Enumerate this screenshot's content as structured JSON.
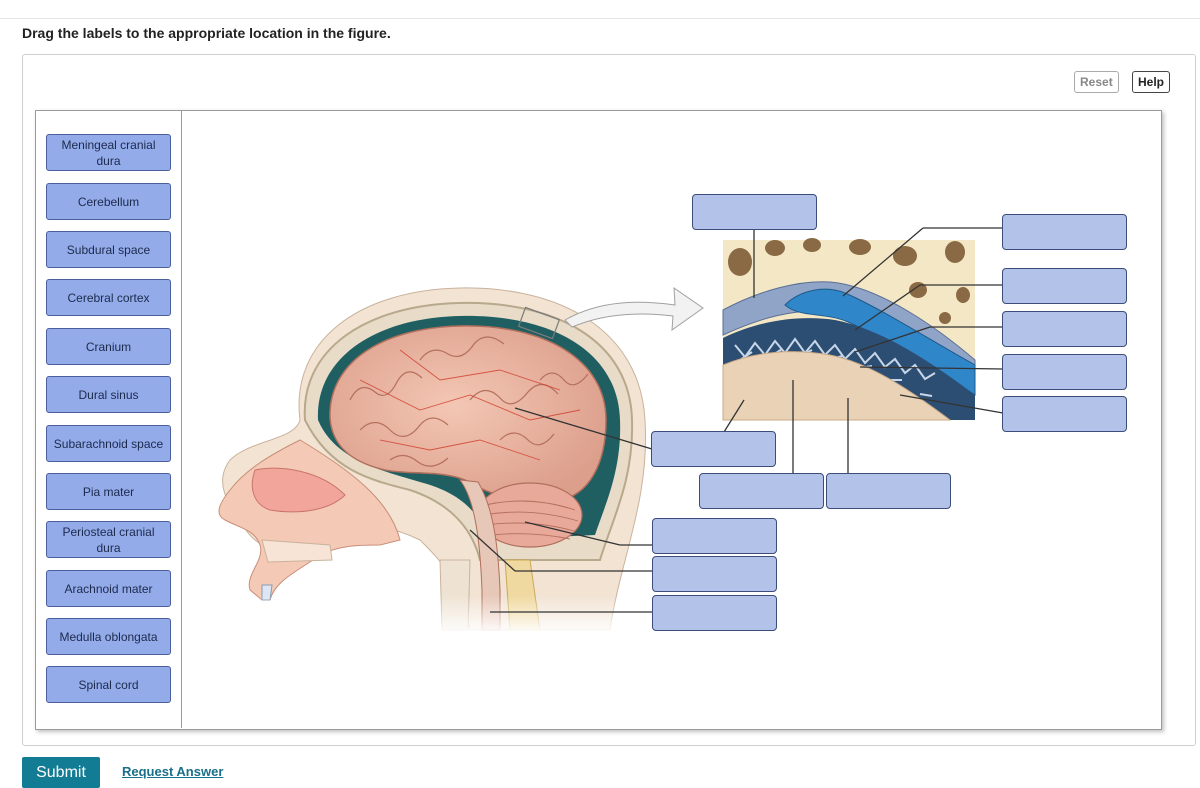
{
  "instruction": "Drag the labels to the appropriate location in the figure.",
  "toolbar": {
    "reset_label": "Reset",
    "help_label": "Help"
  },
  "labels": [
    {
      "id": "meningeal-cranial-dura",
      "text": "Meningeal cranial dura"
    },
    {
      "id": "cerebellum",
      "text": "Cerebellum"
    },
    {
      "id": "subdural-space",
      "text": "Subdural space"
    },
    {
      "id": "cerebral-cortex",
      "text": "Cerebral cortex"
    },
    {
      "id": "cranium",
      "text": "Cranium"
    },
    {
      "id": "dural-sinus",
      "text": "Dural sinus"
    },
    {
      "id": "subarachnoid-space",
      "text": "Subarachnoid space"
    },
    {
      "id": "pia-mater",
      "text": "Pia mater"
    },
    {
      "id": "periosteal-cranial-dura",
      "text": "Periosteal cranial dura"
    },
    {
      "id": "arachnoid-mater",
      "text": "Arachnoid mater"
    },
    {
      "id": "medulla-oblongata",
      "text": "Medulla oblongata"
    },
    {
      "id": "spinal-cord",
      "text": "Spinal cord"
    }
  ],
  "actions": {
    "submit_label": "Submit",
    "request_answer_label": "Request Answer"
  }
}
